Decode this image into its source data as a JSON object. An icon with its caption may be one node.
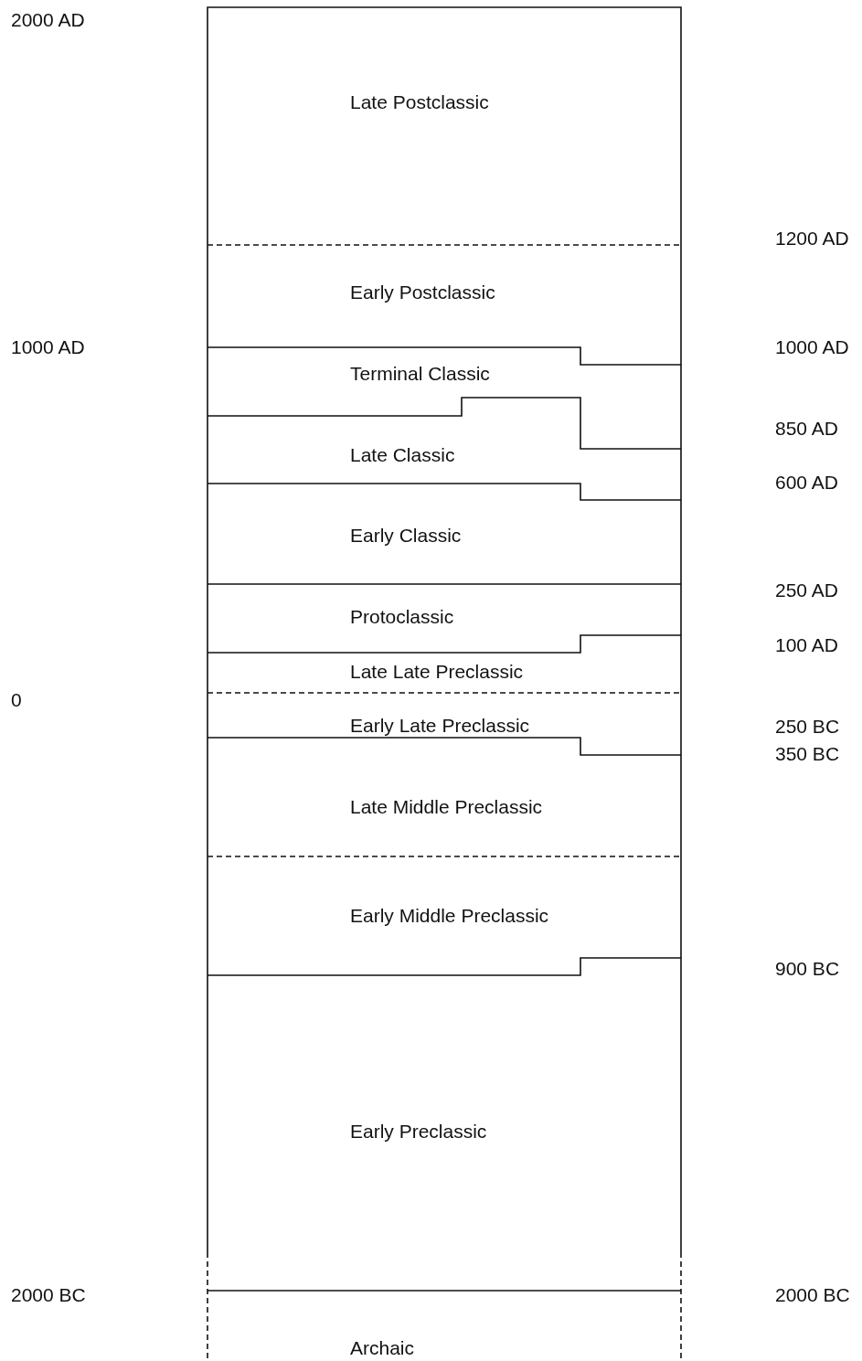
{
  "diagram": {
    "nodes": [
      {
        "text": [
          "Late Postclassic"
        ]
      },
      {
        "text": [
          "Early Postclassic"
        ]
      },
      {
        "text": [
          "Terminal Classic"
        ]
      },
      {
        "text": [
          "Late Classic"
        ]
      },
      {
        "text": [
          "Early Classic"
        ]
      },
      {
        "text": [
          "Protoclassic"
        ]
      },
      {
        "text": [
          "Late Late Preclassic"
        ]
      },
      {
        "text": [
          "Early Late Preclassic"
        ]
      },
      {
        "text": [
          "Late Middle Preclassic"
        ]
      },
      {
        "text": [
          "Early Middle Preclassic"
        ]
      },
      {
        "text": [
          "Early Preclassic"
        ]
      },
      {
        "text": [
          "Archaic"
        ]
      }
    ],
    "labels": [
      "2000 AD",
      "1200 AD",
      "1000 AD",
      "1000 AD",
      "850 AD",
      "600 AD",
      "250 AD",
      "100 AD",
      "0",
      "250 BC",
      "350 BC",
      "900 BC",
      "2000 BC",
      "2000 BC"
    ]
  }
}
